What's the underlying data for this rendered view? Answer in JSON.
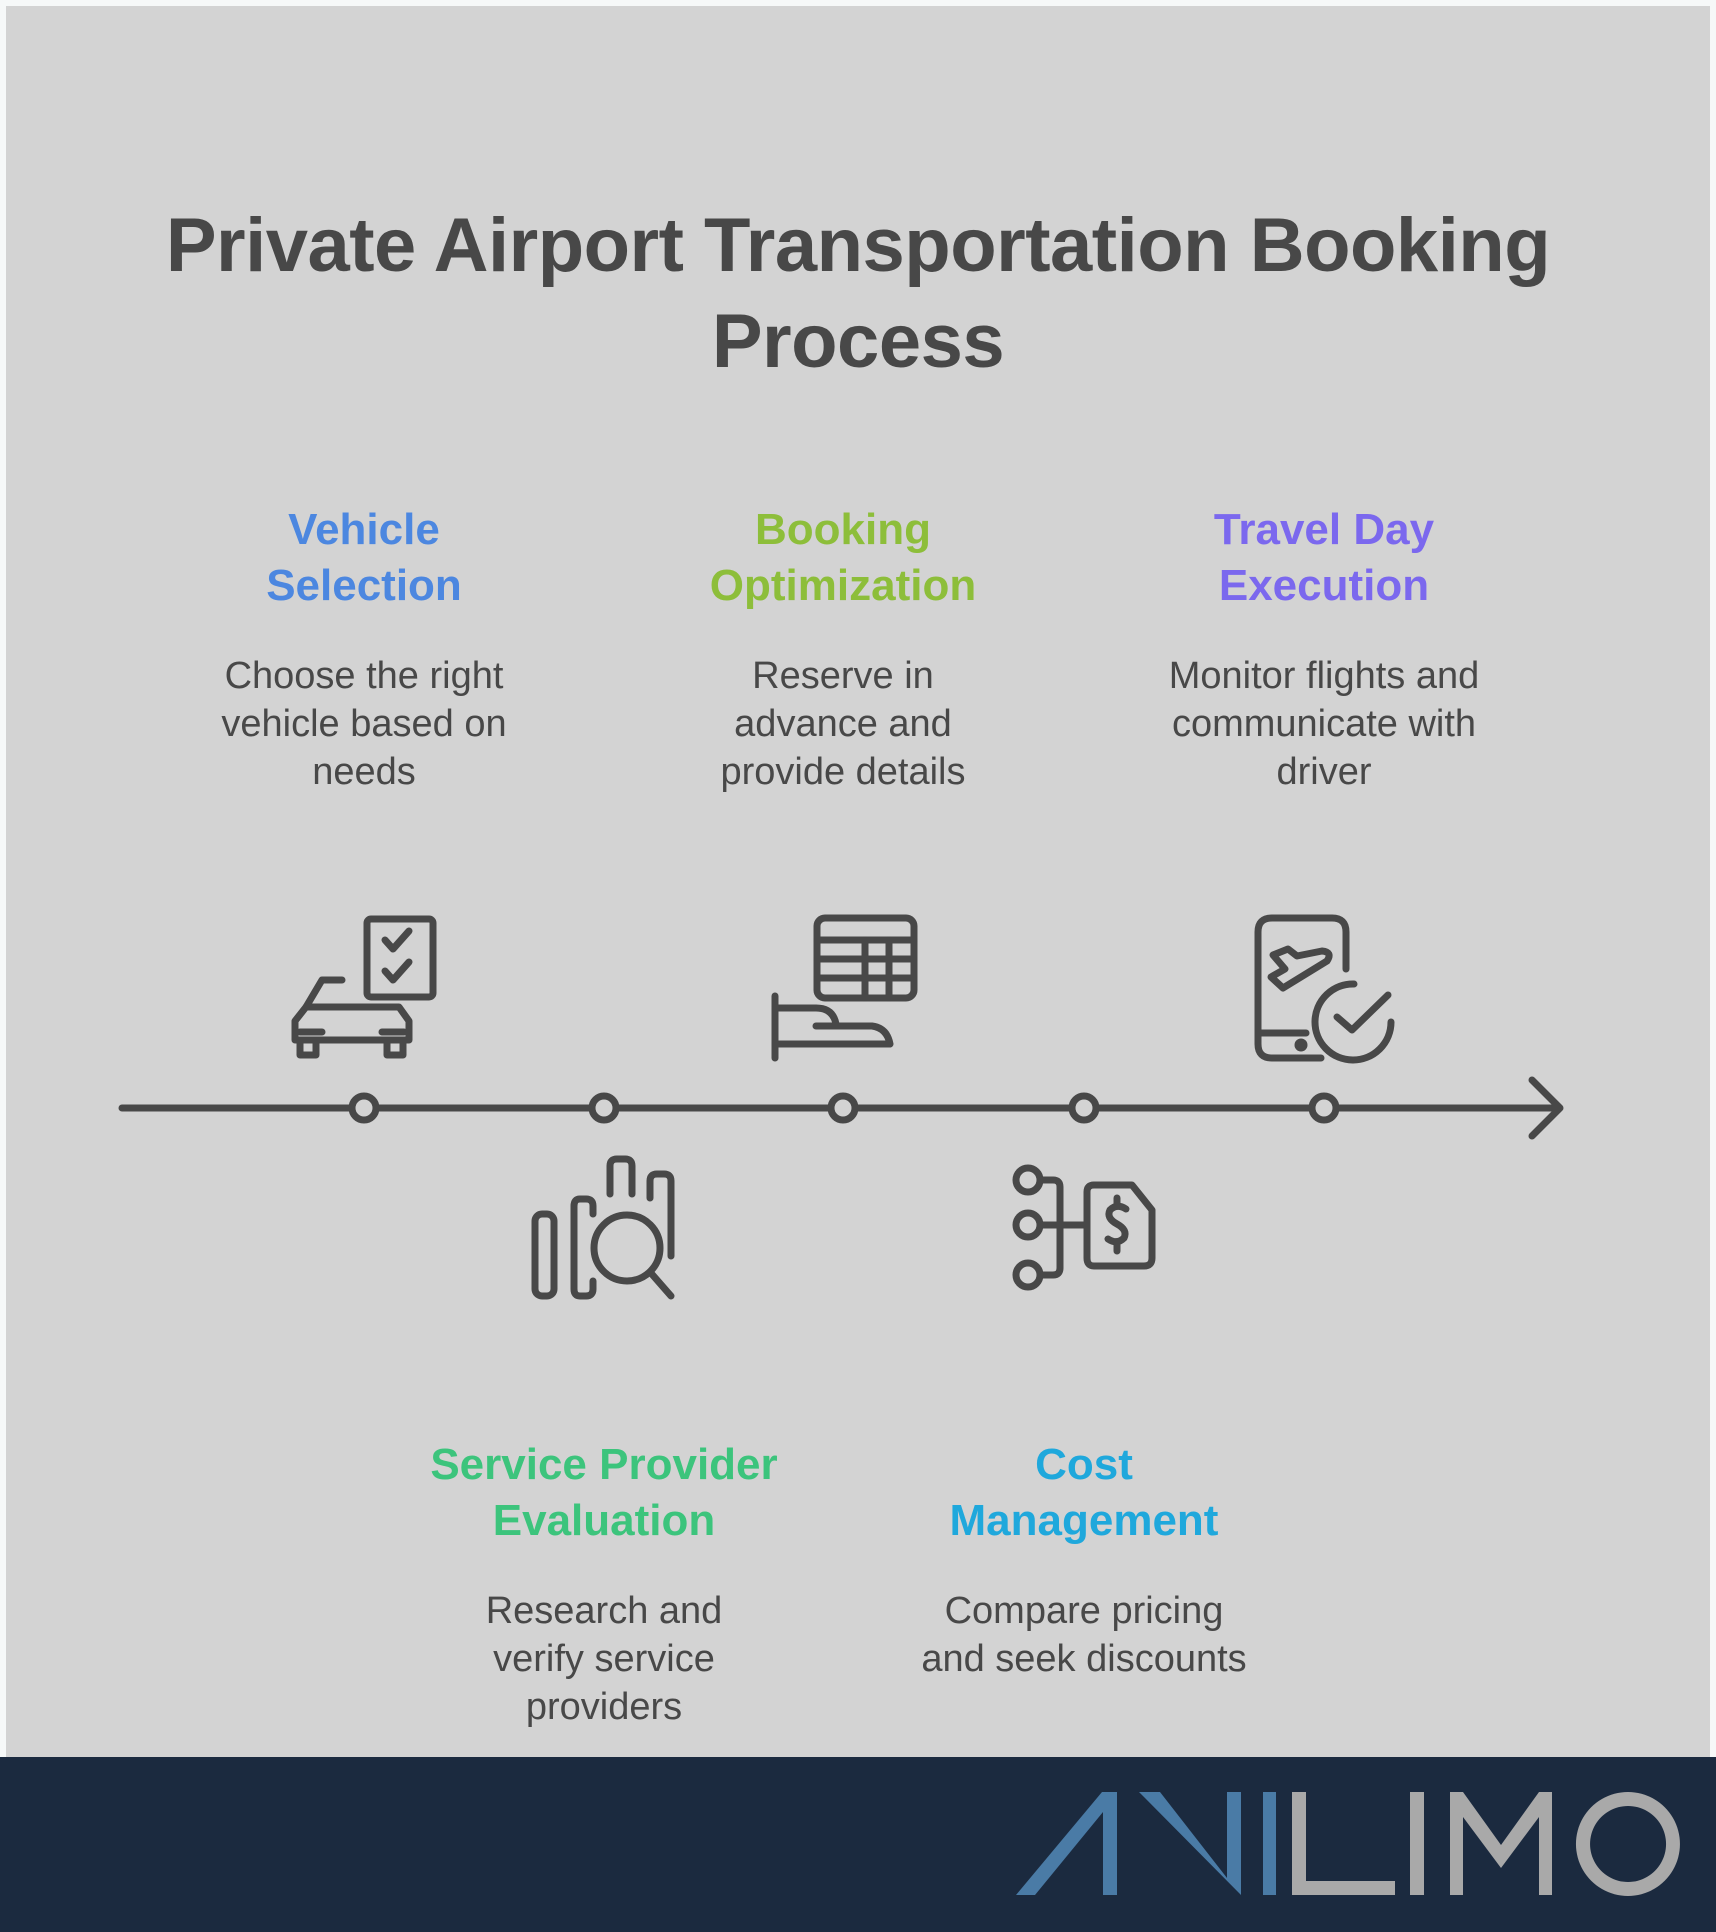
{
  "title": {
    "line1": "Private Airport Transportation Booking",
    "line2": "Process"
  },
  "colors": {
    "background": "#d3d3d3",
    "text": "#484848",
    "timeline": "#484848",
    "banner": "#1b2a3f",
    "logo_blue": "#4a7ba6",
    "logo_gray": "#a9a9a9"
  },
  "steps": [
    {
      "id": "vehicle-selection",
      "position": "above",
      "heading_line1": "Vehicle",
      "heading_line2": "Selection",
      "color": "#4c87e0",
      "desc_lines": [
        "Choose the right",
        "vehicle based on",
        "needs"
      ],
      "icon": "car-checklist-icon"
    },
    {
      "id": "service-provider-evaluation",
      "position": "below",
      "heading_line1": "Service Provider",
      "heading_line2": "Evaluation",
      "color": "#3cc47c",
      "desc_lines": [
        "Research and",
        "verify service",
        "providers"
      ],
      "icon": "bar-chart-magnifier-icon"
    },
    {
      "id": "booking-optimization",
      "position": "above",
      "heading_line1": "Booking",
      "heading_line2": "Optimization",
      "color": "#8dbe3a",
      "desc_lines": [
        "Reserve in",
        "advance and",
        "provide details"
      ],
      "icon": "hand-calendar-icon"
    },
    {
      "id": "cost-management",
      "position": "below",
      "heading_line1": "Cost",
      "heading_line2": "Management",
      "color": "#1fa8dc",
      "desc_lines": [
        "Compare pricing",
        "and seek discounts"
      ],
      "icon": "dollar-document-network-icon"
    },
    {
      "id": "travel-day-execution",
      "position": "above",
      "heading_line1": "Travel Day",
      "heading_line2": "Execution",
      "color": "#7b68ee",
      "desc_lines": [
        "Monitor flights and",
        "communicate with",
        "driver"
      ],
      "icon": "phone-flight-check-icon"
    }
  ],
  "logo": {
    "text": "ANILIMO",
    "blue_part": "ANI",
    "gray_part": "LIMO"
  }
}
